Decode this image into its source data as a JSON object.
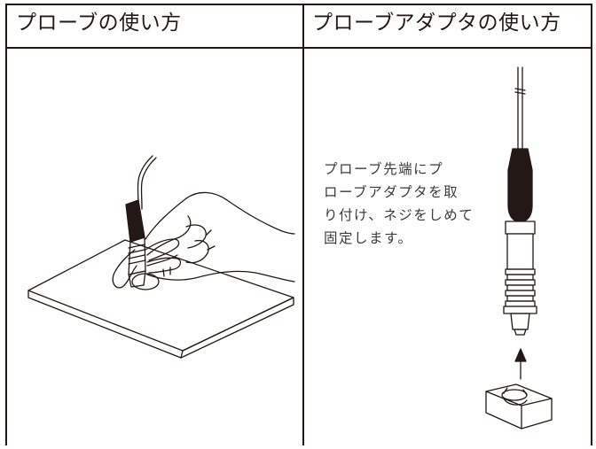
{
  "panels": [
    {
      "title": "プローブの使い方",
      "illustration": "hand-holding-probe"
    },
    {
      "title": "プローブアダプタの使い方",
      "illustration": "probe-and-adapter",
      "instruction_lines": [
        "プローブ先端にプ",
        "ローブアダプタを取",
        "り付け、ネジをしめて",
        "固定します。"
      ]
    }
  ],
  "colors": {
    "ink": "#231815",
    "background": "#ffffff"
  }
}
